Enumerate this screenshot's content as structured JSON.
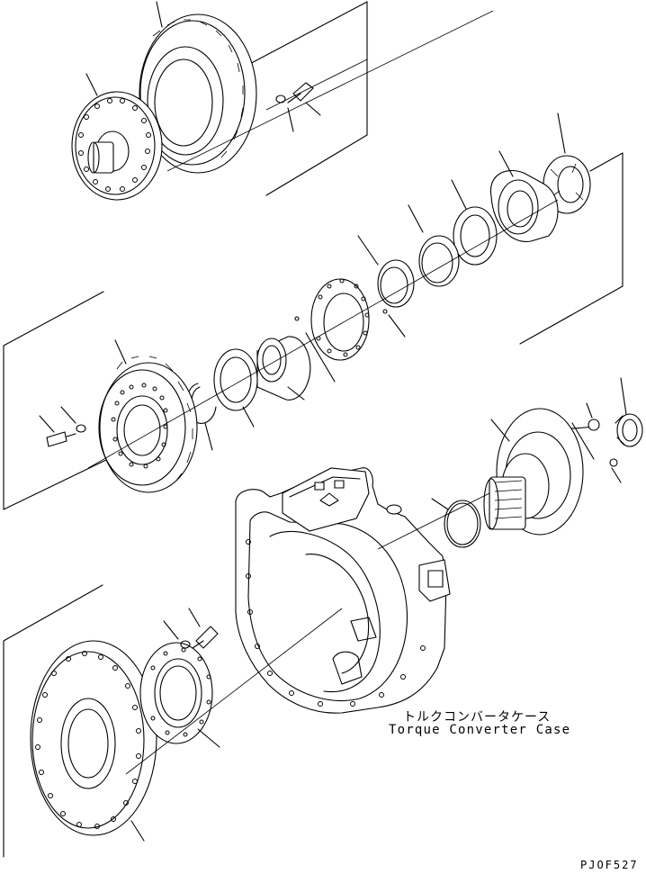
{
  "callout": {
    "japanese": "トルクコンバータケース",
    "english": "Torque Converter Case"
  },
  "page_code": "PJOF527"
}
